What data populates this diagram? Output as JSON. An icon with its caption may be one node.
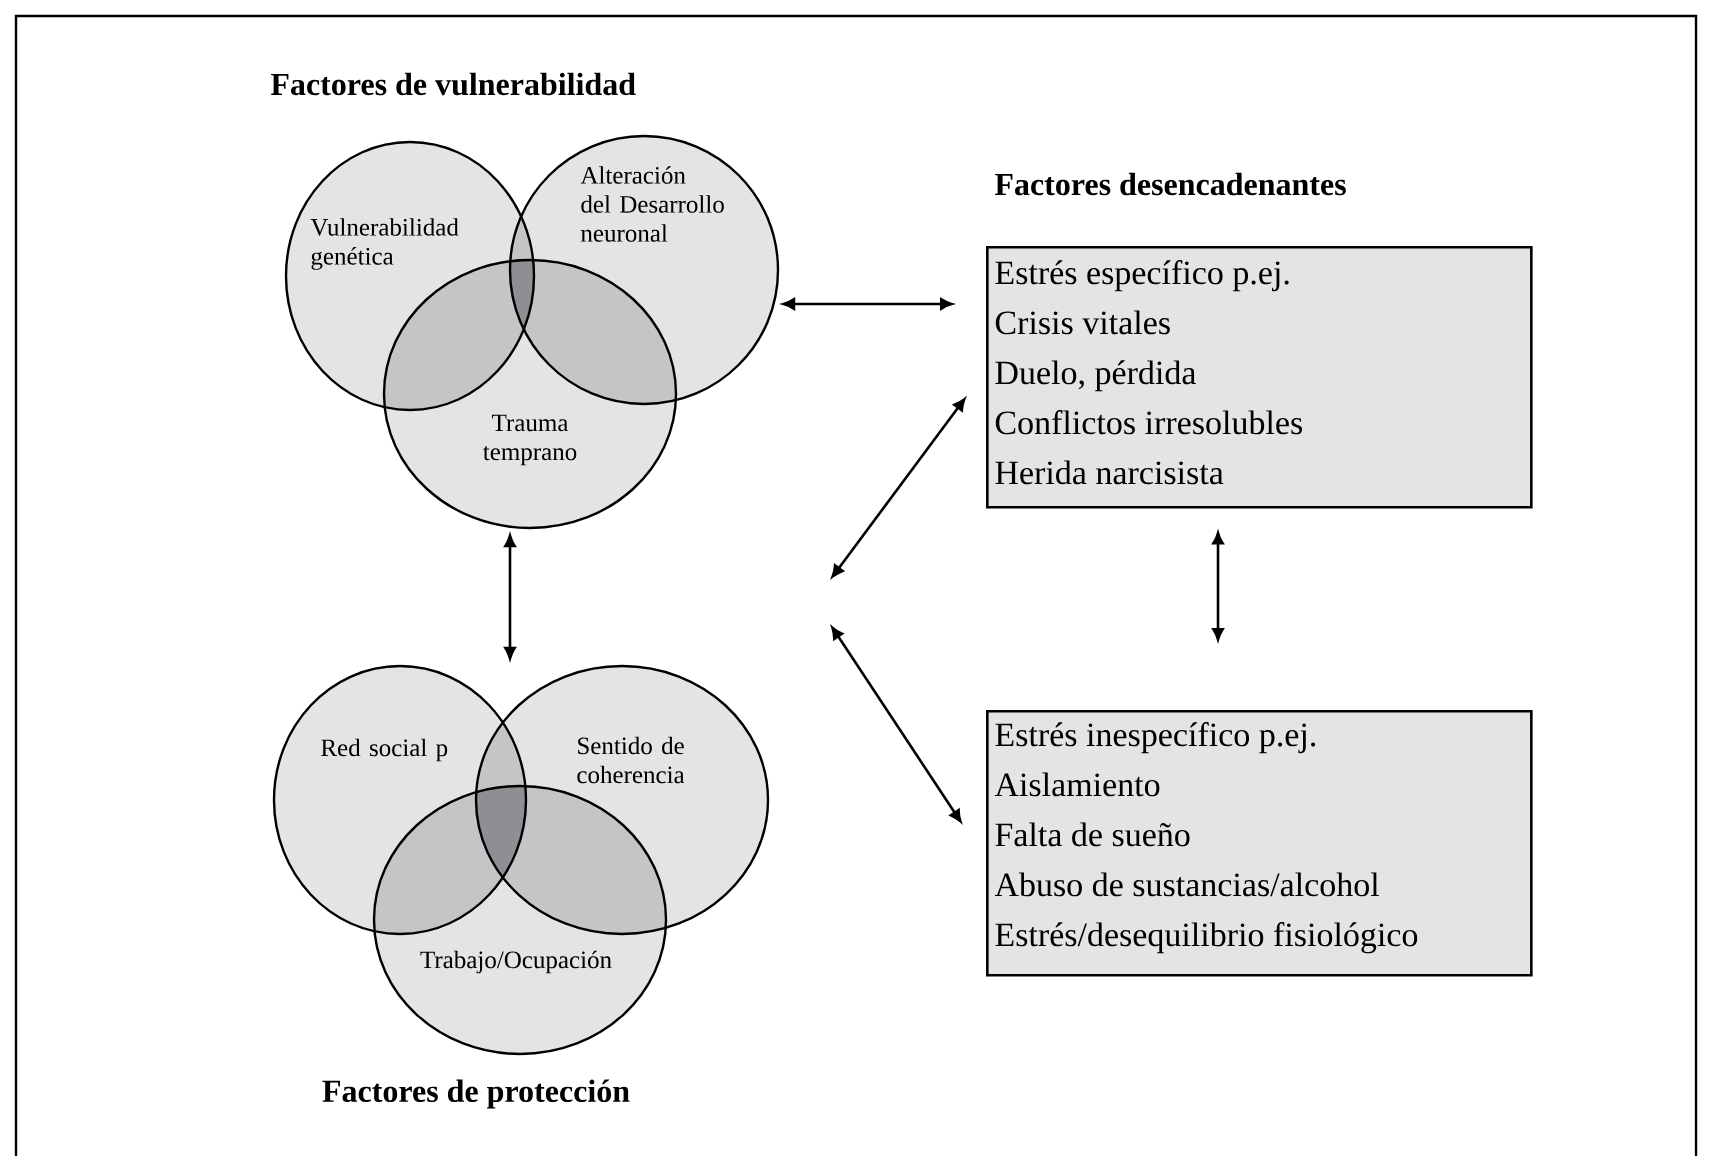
{
  "diagram": {
    "nodes": [
      {
        "text": [
          "Vulnerabilidad genética"
        ]
      },
      {
        "text": [
          "Alteración del Desarrollo neuronal"
        ]
      },
      {
        "text": [
          "Trauma temprano"
        ]
      },
      {
        "text": [
          "Red social p"
        ]
      },
      {
        "text": [
          "Sentido de coherencia"
        ]
      },
      {
        "text": [
          "Trabajo/Ocupación"
        ]
      },
      {
        "text": [
          "Factores desencadenantes",
          "Estrés específico p.ej.",
          "Crisis vitales",
          "Duelo, pérdida",
          "Conflictos irresolubles",
          "Herida narcisista"
        ]
      },
      {
        "text": [
          "Estrés inespecífico p.ej.",
          "Aislamiento",
          "Falta de sueño",
          "Abuso de sustancias/alcohol",
          "Estrés/desequilibrio fisiológico"
        ]
      }
    ],
    "edges": [
      {
        "from": 2,
        "to": 4,
        "arrow": "both"
      },
      {
        "from": 1,
        "to": 6,
        "arrow": "both"
      },
      {
        "from": 6,
        "to": null,
        "arrow": "both"
      },
      {
        "from": null,
        "to": 7,
        "arrow": "both"
      },
      {
        "from": 6,
        "to": 7,
        "arrow": "both"
      }
    ],
    "labels": [
      "Factores de vulnerabilidad",
      "Factores de protección"
    ]
  }
}
